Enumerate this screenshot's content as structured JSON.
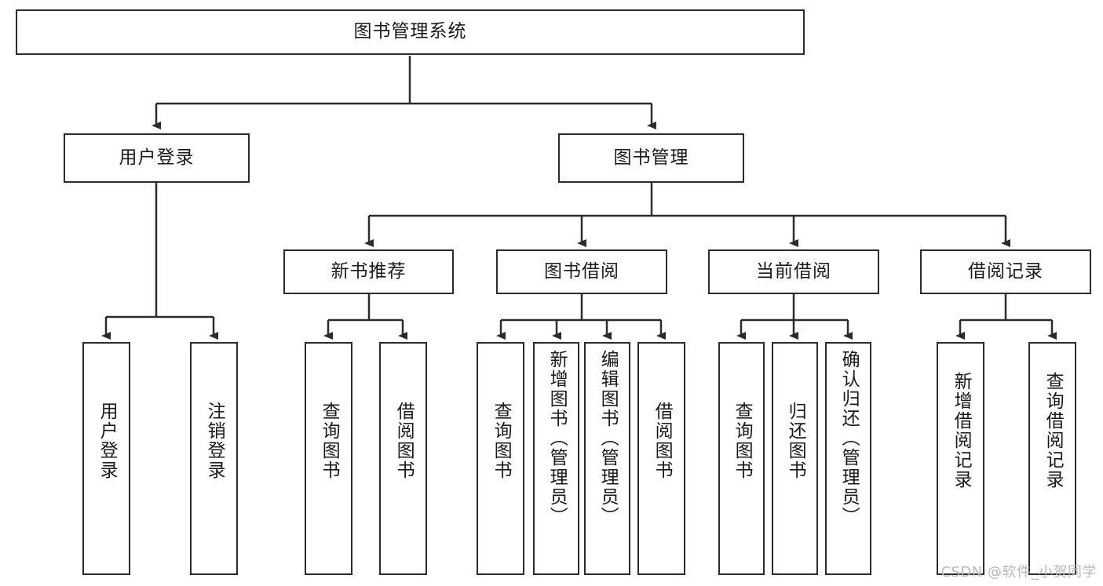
{
  "diagram": {
    "type": "tree",
    "title": "图书管理系统",
    "root": {
      "label": "图书管理系统"
    },
    "level2": [
      {
        "id": "user-login",
        "label": "用户登录"
      },
      {
        "id": "book-management",
        "label": "图书管理"
      }
    ],
    "level3": [
      {
        "id": "new-book-recommend",
        "label": "新书推荐",
        "parent": "book-management"
      },
      {
        "id": "book-borrow",
        "label": "图书借阅",
        "parent": "book-management"
      },
      {
        "id": "current-borrow",
        "label": "当前借阅",
        "parent": "book-management"
      },
      {
        "id": "borrow-record",
        "label": "借阅记录",
        "parent": "book-management"
      }
    ],
    "leaves": {
      "user-login": [
        {
          "id": "leaf-user-login",
          "label": "用户登录"
        },
        {
          "id": "leaf-logout",
          "label": "注销登录"
        }
      ],
      "new-book-recommend": [
        {
          "id": "leaf-query-book-1",
          "label": "查询图书"
        },
        {
          "id": "leaf-borrow-book-1",
          "label": "借阅图书"
        }
      ],
      "book-borrow": [
        {
          "id": "leaf-query-book-2",
          "label": "查询图书"
        },
        {
          "id": "leaf-add-book",
          "label": "新增图书（管理员）"
        },
        {
          "id": "leaf-edit-book",
          "label": "编辑图书（管理员）"
        },
        {
          "id": "leaf-borrow-book-2",
          "label": "借阅图书"
        }
      ],
      "current-borrow": [
        {
          "id": "leaf-query-book-3",
          "label": "查询图书"
        },
        {
          "id": "leaf-return-book",
          "label": "归还图书"
        },
        {
          "id": "leaf-confirm-return",
          "label": "确认归还（管理员）"
        }
      ],
      "borrow-record": [
        {
          "id": "leaf-add-record",
          "label": "新增借阅记录"
        },
        {
          "id": "leaf-query-record",
          "label": "查询借阅记录"
        }
      ]
    },
    "colors": {
      "stroke": "#2b2b2b",
      "fill": "#ffffff",
      "text": "#1a1a1a",
      "watermark": "#b9b9b9"
    }
  },
  "watermark": {
    "text": "CSDN @软件_小贺同学"
  }
}
